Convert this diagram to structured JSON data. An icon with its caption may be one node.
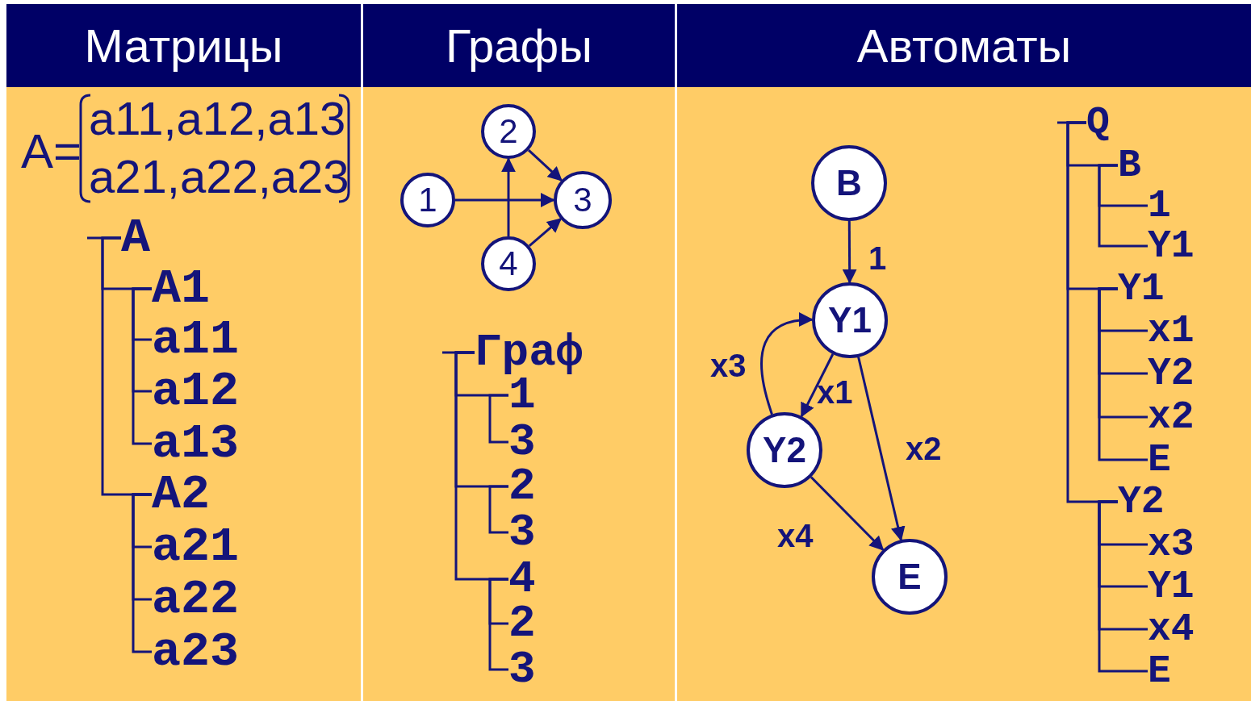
{
  "diagram": {
    "nodes": [
      {
        "text": [
          "Матрицы"
        ]
      },
      {
        "text": [
          "Графы"
        ]
      },
      {
        "text": [
          "Автоматы"
        ]
      },
      {
        "text": [
          "A"
        ],
        "in": 0
      },
      {
        "text": [
          "A1"
        ],
        "in": 0
      },
      {
        "text": [
          "a11"
        ],
        "in": 0
      },
      {
        "text": [
          "a12"
        ],
        "in": 0
      },
      {
        "text": [
          "a13"
        ],
        "in": 0
      },
      {
        "text": [
          "A2"
        ],
        "in": 0
      },
      {
        "text": [
          "a21"
        ],
        "in": 0
      },
      {
        "text": [
          "a22"
        ],
        "in": 0
      },
      {
        "text": [
          "a23"
        ],
        "in": 0
      },
      {
        "text": [
          "2"
        ],
        "in": 1
      },
      {
        "text": [
          "1"
        ],
        "in": 1
      },
      {
        "text": [
          "3"
        ],
        "in": 1
      },
      {
        "text": [
          "4"
        ],
        "in": 1
      },
      {
        "text": [
          "Граф"
        ],
        "in": 1
      },
      {
        "text": [
          "1"
        ],
        "in": 1
      },
      {
        "text": [
          "3"
        ],
        "in": 1
      },
      {
        "text": [
          "2"
        ],
        "in": 1
      },
      {
        "text": [
          "3"
        ],
        "in": 1
      },
      {
        "text": [
          "4"
        ],
        "in": 1
      },
      {
        "text": [
          "2"
        ],
        "in": 1
      },
      {
        "text": [
          "3"
        ],
        "in": 1
      },
      {
        "text": [
          "B"
        ],
        "in": 2
      },
      {
        "text": [
          "Y1"
        ],
        "in": 2
      },
      {
        "text": [
          "Y2"
        ],
        "in": 2
      },
      {
        "text": [
          "E"
        ],
        "in": 2
      },
      {
        "text": [
          "Q"
        ],
        "in": 2
      },
      {
        "text": [
          "B"
        ],
        "in": 2
      },
      {
        "text": [
          "1"
        ],
        "in": 2
      },
      {
        "text": [
          "Y1"
        ],
        "in": 2
      },
      {
        "text": [
          "Y1"
        ],
        "in": 2
      },
      {
        "text": [
          "x1"
        ],
        "in": 2
      },
      {
        "text": [
          "Y2"
        ],
        "in": 2
      },
      {
        "text": [
          "x2"
        ],
        "in": 2
      },
      {
        "text": [
          "E"
        ],
        "in": 2
      },
      {
        "text": [
          "Y2"
        ],
        "in": 2
      },
      {
        "text": [
          "x3"
        ],
        "in": 2
      },
      {
        "text": [
          "Y1"
        ],
        "in": 2
      },
      {
        "text": [
          "x4"
        ],
        "in": 2
      },
      {
        "text": [
          "E"
        ],
        "in": 2
      }
    ],
    "edges": [
      {
        "from": 3,
        "to": 4,
        "arrow": "none"
      },
      {
        "from": 4,
        "to": 5,
        "arrow": "none"
      },
      {
        "from": 4,
        "to": 6,
        "arrow": "none"
      },
      {
        "from": 4,
        "to": 7,
        "arrow": "none"
      },
      {
        "from": 3,
        "to": 8,
        "arrow": "none"
      },
      {
        "from": 8,
        "to": 9,
        "arrow": "none"
      },
      {
        "from": 8,
        "to": 10,
        "arrow": "none"
      },
      {
        "from": 8,
        "to": 11,
        "arrow": "none"
      },
      {
        "from": 13,
        "to": 14,
        "arrow": "to"
      },
      {
        "from": 15,
        "to": 12,
        "arrow": "to"
      },
      {
        "from": 12,
        "to": 14,
        "arrow": "to"
      },
      {
        "from": 15,
        "to": 14,
        "arrow": "to"
      },
      {
        "from": 16,
        "to": 17,
        "arrow": "none"
      },
      {
        "from": 17,
        "to": 18,
        "arrow": "none"
      },
      {
        "from": 16,
        "to": 19,
        "arrow": "none"
      },
      {
        "from": 19,
        "to": 20,
        "arrow": "none"
      },
      {
        "from": 16,
        "to": 21,
        "arrow": "none"
      },
      {
        "from": 21,
        "to": 22,
        "arrow": "none"
      },
      {
        "from": 21,
        "to": 23,
        "arrow": "none"
      },
      {
        "from": 24,
        "to": 25,
        "label": "1",
        "arrow": "to"
      },
      {
        "from": 25,
        "to": 26,
        "label": "x1",
        "arrow": "to"
      },
      {
        "from": 26,
        "to": 25,
        "label": "x3",
        "arrow": "to"
      },
      {
        "from": 25,
        "to": 27,
        "label": "x2",
        "arrow": "to"
      },
      {
        "from": 26,
        "to": 27,
        "label": "x4",
        "arrow": "to"
      },
      {
        "from": 28,
        "to": 29,
        "arrow": "none"
      },
      {
        "from": 29,
        "to": 30,
        "arrow": "none"
      },
      {
        "from": 29,
        "to": 31,
        "arrow": "none"
      },
      {
        "from": 28,
        "to": 32,
        "arrow": "none"
      },
      {
        "from": 32,
        "to": 33,
        "arrow": "none"
      },
      {
        "from": 32,
        "to": 34,
        "arrow": "none"
      },
      {
        "from": 32,
        "to": 35,
        "arrow": "none"
      },
      {
        "from": 32,
        "to": 36,
        "arrow": "none"
      },
      {
        "from": 28,
        "to": 37,
        "arrow": "none"
      },
      {
        "from": 37,
        "to": 38,
        "arrow": "none"
      },
      {
        "from": 37,
        "to": 39,
        "arrow": "none"
      },
      {
        "from": 37,
        "to": 40,
        "arrow": "none"
      },
      {
        "from": 37,
        "to": 41,
        "arrow": "none"
      }
    ],
    "labels": [
      "A=",
      "a11,a12,a13",
      "a21,a22,a23"
    ]
  }
}
